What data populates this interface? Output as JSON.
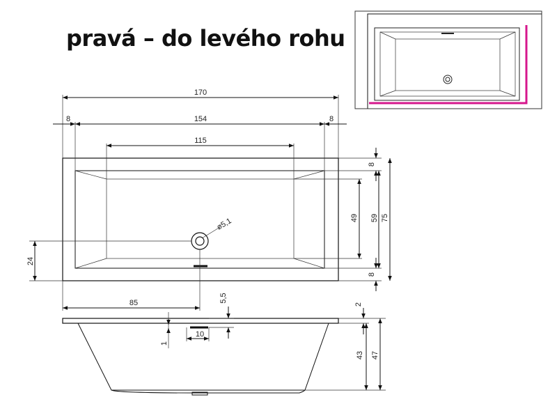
{
  "title": "pravá – do levého rohu",
  "colors": {
    "highlight": "#d6178c",
    "line": "#111111",
    "dim": "#333333"
  },
  "dimensions": {
    "overall_length": "170",
    "inner_length": "154",
    "rim_left": "8",
    "rim_right": "8",
    "bottom_length": "115",
    "rim_top": "8",
    "inner_width": "59",
    "overall_width": "75",
    "bottom_width": "49",
    "rim_bottom": "8",
    "drain_diameter": "ø5,1",
    "drain_offset_y": "24",
    "drain_offset_x": "85",
    "overflow_height": "5,5",
    "overflow_length": "10",
    "overflow_offset": "1",
    "rim_thickness": "2",
    "inner_depth": "43",
    "total_height": "47"
  }
}
